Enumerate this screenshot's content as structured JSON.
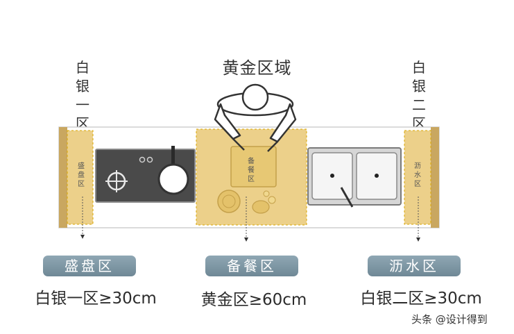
{
  "title": "黄金区域",
  "zones": {
    "left_side_label": "白银一区",
    "right_side_label": "白银二区",
    "plating_small": "盛盘区",
    "prep_small": "备餐区",
    "sink_small": "沥水区"
  },
  "pills": [
    {
      "label": "盛盘区",
      "requirement": "白银一区≥30cm"
    },
    {
      "label": "备餐区",
      "requirement": "黄金区≥60cm"
    },
    {
      "label": "沥水区",
      "requirement": "白银二区≥30cm"
    }
  ],
  "watermark": "头条 @设计得到",
  "colors": {
    "zone_fill": "#ecd08a",
    "wall_fill": "#c9a760",
    "stove": "#4a4a4a",
    "pill": "#7f97a4"
  }
}
